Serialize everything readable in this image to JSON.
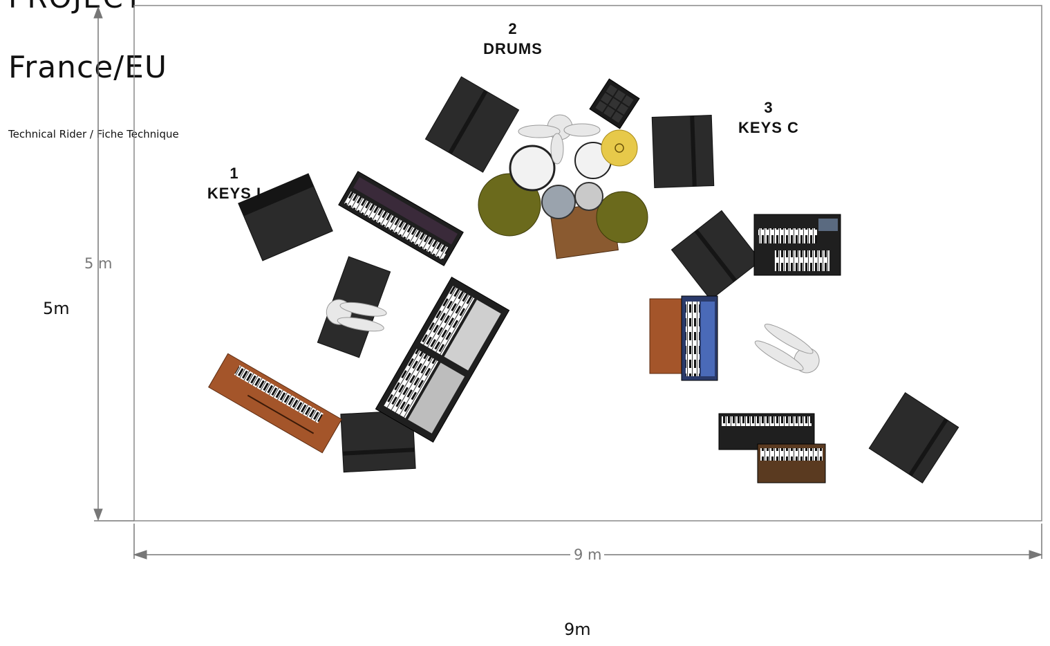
{
  "header": {
    "title": "PROJECT",
    "region": "France/EU",
    "subtitle": "Technical Rider / Fiche Technique"
  },
  "stage": {
    "width_label": "9 m",
    "depth_label": "5 m",
    "width_caption": "9m",
    "depth_caption": "5m"
  },
  "positions": [
    {
      "number": "1",
      "role": "KEYS I"
    },
    {
      "number": "2",
      "role": "DRUMS"
    },
    {
      "number": "3",
      "role": "KEYS C"
    }
  ],
  "colors": {
    "amp": "#2b2b2b",
    "keyboard_black": "#1f1f1f",
    "keyboard_wood": "#a4552a",
    "cymbal": "#6b6a1c",
    "ride_cymbal": "#e7c94a",
    "figure": "#e8e8e8",
    "dimension_line": "#777777",
    "stage_border": "#888888"
  }
}
